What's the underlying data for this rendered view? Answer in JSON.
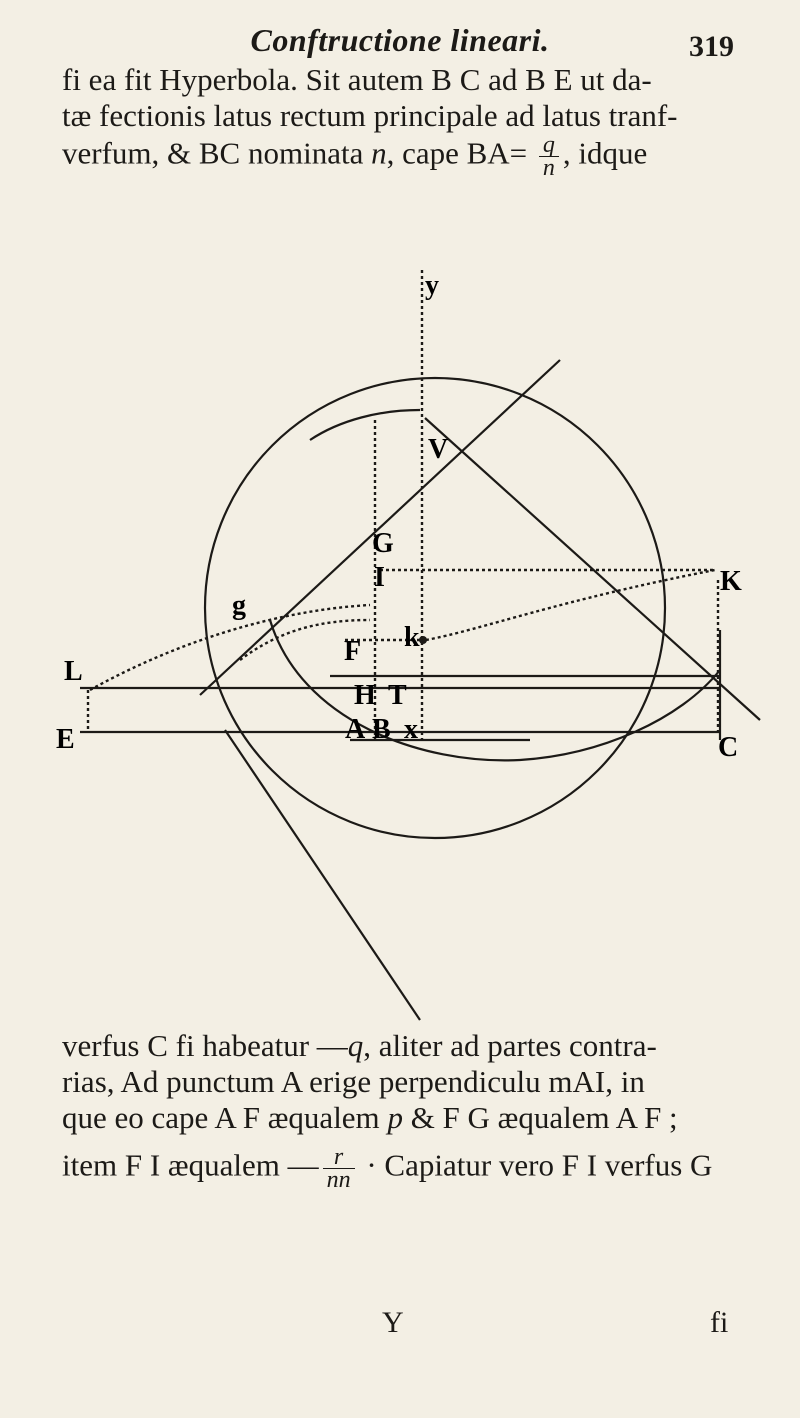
{
  "header": {
    "title": "Conftructione lineari.",
    "page_number": "319"
  },
  "top_text": {
    "line1": "fi ea fit Hyperbola. Sit autem B C ad B E ut da-",
    "line2": "tæ fectionis latus rectum principale ad latus tranf-",
    "line3_a": "verfum, & BC nominata ",
    "line3_n": "n",
    "line3_b": ", cape BA= ",
    "line3_frac_num": "q",
    "line3_frac_den": "n",
    "line3_c": ", idque"
  },
  "figure": {
    "labels": {
      "y": "y",
      "v": "V",
      "g_upper": "G",
      "i": "I",
      "k_right": "K",
      "g_lower": "g",
      "l": "L",
      "f": "F",
      "k_small": "k",
      "e": "E",
      "h": "H",
      "t": "T",
      "a": "A",
      "b": "B",
      "x": "x",
      "c": "C"
    }
  },
  "bottom_text": {
    "line1_a": "verfus C fi habeatur —",
    "line1_q": "q",
    "line1_b": ", aliter ad partes contra-",
    "line2": "rias,  Ad punctum A erige perpendiculu mAI, in",
    "line3_a": "que eo cape A F æqualem ",
    "line3_p": "p",
    "line3_b": " & F G æqualem A F ;",
    "line4_a": "item F I æqualem —",
    "line4_frac_num": "r",
    "line4_frac_den": "nn",
    "line4_b": " ·  Capiatur vero F I verfus G"
  },
  "footer": {
    "signature": "Y",
    "catchword": "fi"
  }
}
